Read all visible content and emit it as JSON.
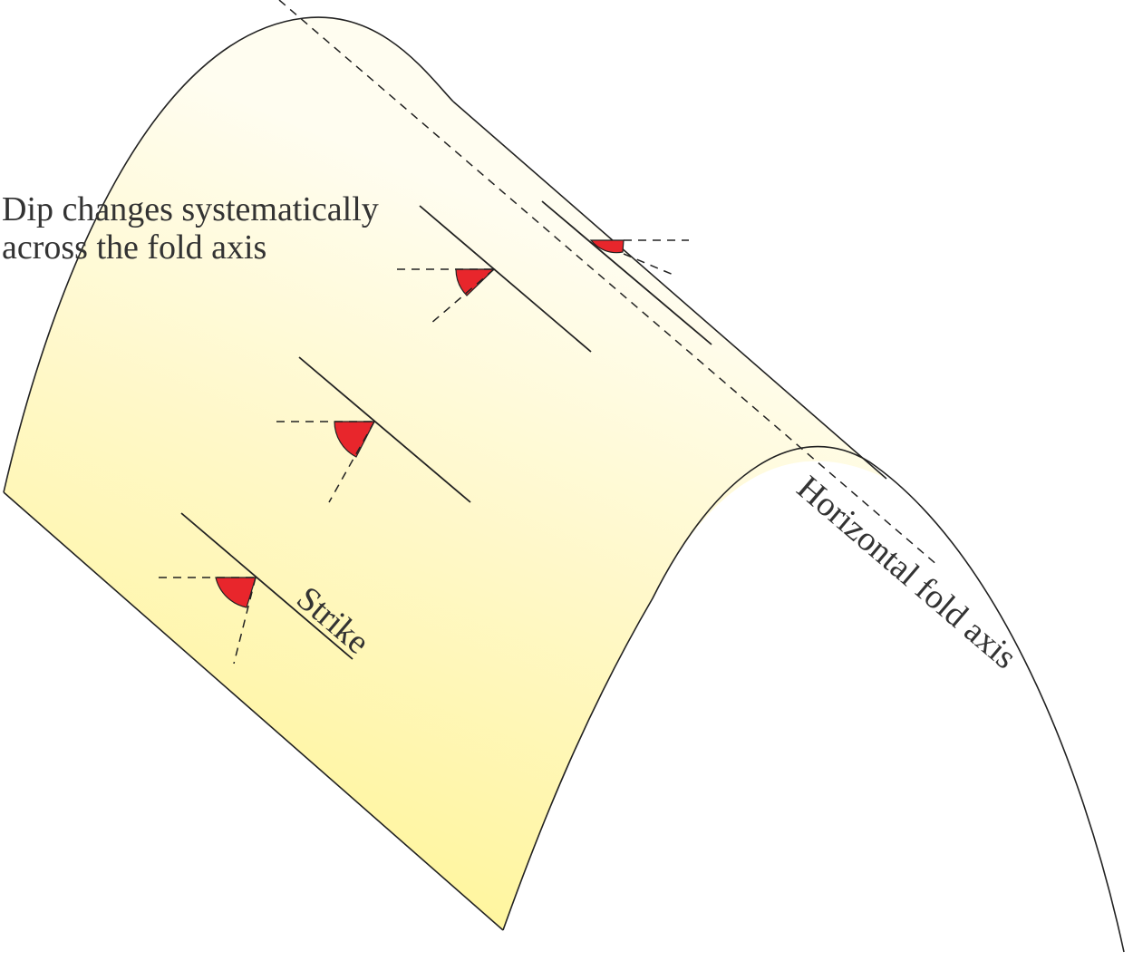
{
  "labels": {
    "dip_line1": "Dip changes systematically",
    "dip_line2": "across the fold axis",
    "strike": "Strike",
    "fold_axis": "Horizontal fold axis"
  },
  "colors": {
    "surface_light": "#fffdf0",
    "surface_dark": "#fff59a",
    "dip_wedge": "#e8262c",
    "line": "#222222"
  }
}
